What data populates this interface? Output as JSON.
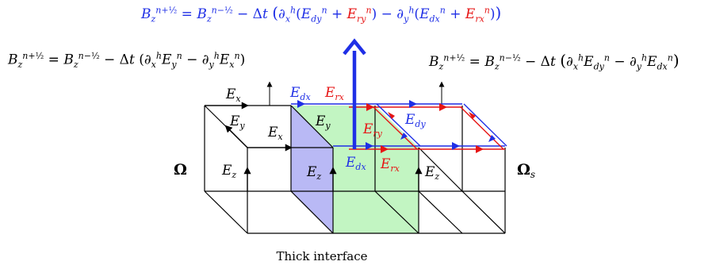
{
  "equations": {
    "top": "B_z^{n+1/2} = B_z^{n-1/2} − Δt ( ∂_x^h(E_dy^n + E_ry^n) − ∂_y^h(E_dx^n + E_rx^n) )",
    "left": "B_z^{n+1/2} = B_z^{n-1/2} − Δt ( ∂_x^h E_y^n − ∂_y^h E_x^n )",
    "right": "B_z^{n+1/2} = B_z^{n-1/2} − Δt ( ∂_x^h E_dy^n − ∂_y^h E_dx^n )"
  },
  "labels": {
    "omega": "Ω",
    "omega_s": "Ωs",
    "caption": "Thick interface",
    "ex": "E",
    "ex_sub": "x",
    "ey": "E",
    "ey_sub": "y",
    "ez": "E",
    "ez_sub": "z",
    "edx": "E",
    "edx_sub": "dx",
    "erx": "E",
    "erx_sub": "rx",
    "edy": "E",
    "edy_sub": "dy",
    "ery": "E",
    "ery_sub": "ry"
  },
  "colors": {
    "blue": "#1f2fe6",
    "red": "#e61414",
    "green_fill": "#c2f5c2",
    "blue_fill": "#b9b9f5",
    "black": "#000000"
  }
}
